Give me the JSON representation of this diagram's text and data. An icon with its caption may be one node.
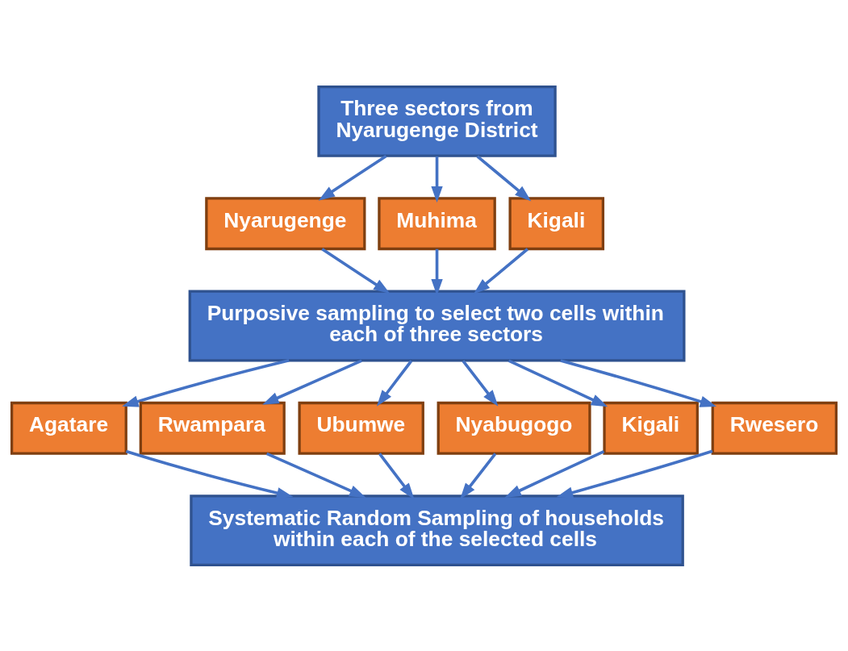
{
  "diagram": {
    "nodes": [
      {
        "text": [
          "Three sectors from Nyarugenge District"
        ]
      },
      {
        "text": [
          "Nyarugenge"
        ]
      },
      {
        "text": [
          "Muhima"
        ]
      },
      {
        "text": [
          "Kigali"
        ]
      },
      {
        "text": [
          "Purposive sampling to select two cells within each of three sectors"
        ]
      },
      {
        "text": [
          "Agatare"
        ]
      },
      {
        "text": [
          "Rwampara"
        ]
      },
      {
        "text": [
          "Ubumwe"
        ]
      },
      {
        "text": [
          "Nyabugogo"
        ]
      },
      {
        "text": [
          "Kigali"
        ]
      },
      {
        "text": [
          "Rwesero"
        ]
      },
      {
        "text": [
          "Systematic Random Sampling of households within each of the selected cells"
        ]
      }
    ],
    "edges": [
      {
        "from": 0,
        "to": 1,
        "arrow": "to"
      },
      {
        "from": 0,
        "to": 2,
        "arrow": "to"
      },
      {
        "from": 0,
        "to": 3,
        "arrow": "to"
      },
      {
        "from": 1,
        "to": 4,
        "arrow": "to"
      },
      {
        "from": 2,
        "to": 4,
        "arrow": "to"
      },
      {
        "from": 3,
        "to": 4,
        "arrow": "to"
      },
      {
        "from": 4,
        "to": 5,
        "arrow": "to"
      },
      {
        "from": 4,
        "to": 6,
        "arrow": "to"
      },
      {
        "from": 4,
        "to": 7,
        "arrow": "to"
      },
      {
        "from": 4,
        "to": 8,
        "arrow": "to"
      },
      {
        "from": 4,
        "to": 9,
        "arrow": "to"
      },
      {
        "from": 4,
        "to": 10,
        "arrow": "to"
      },
      {
        "from": 5,
        "to": 11,
        "arrow": "to"
      },
      {
        "from": 6,
        "to": 11,
        "arrow": "to"
      },
      {
        "from": 7,
        "to": 11,
        "arrow": "to"
      },
      {
        "from": 8,
        "to": 11,
        "arrow": "to"
      },
      {
        "from": 9,
        "to": 11,
        "arrow": "to"
      },
      {
        "from": 10,
        "to": 11,
        "arrow": "to"
      }
    ]
  }
}
